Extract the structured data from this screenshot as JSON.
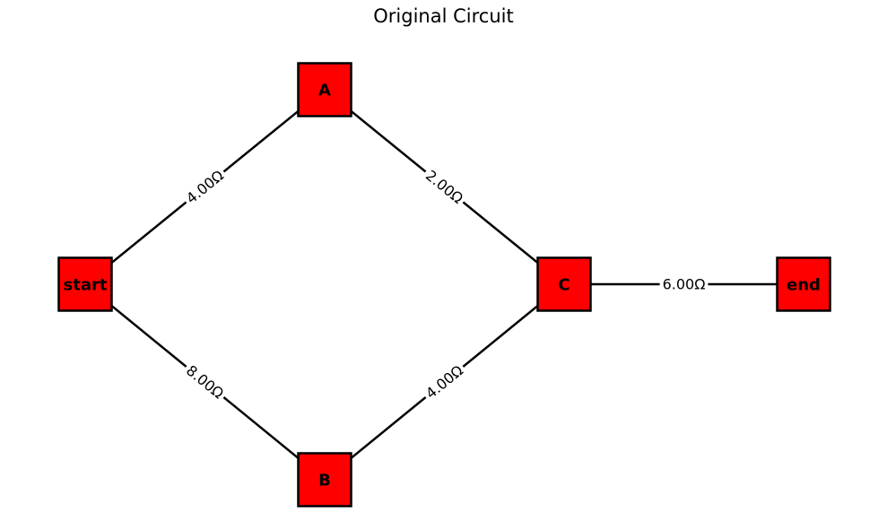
{
  "title": "Original Circuit",
  "colors": {
    "node_fill": "#ff0000",
    "stroke": "#000000",
    "label_bg": "#ffffff"
  },
  "nodes": [
    {
      "id": "start",
      "label": "start"
    },
    {
      "id": "A",
      "label": "A"
    },
    {
      "id": "B",
      "label": "B"
    },
    {
      "id": "C",
      "label": "C"
    },
    {
      "id": "end",
      "label": "end"
    }
  ],
  "edges": [
    {
      "from": "start",
      "to": "A",
      "label": "4.00Ω"
    },
    {
      "from": "A",
      "to": "C",
      "label": "2.00Ω"
    },
    {
      "from": "start",
      "to": "B",
      "label": "8.00Ω"
    },
    {
      "from": "B",
      "to": "C",
      "label": "4.00Ω"
    },
    {
      "from": "C",
      "to": "end",
      "label": "6.00Ω"
    }
  ]
}
